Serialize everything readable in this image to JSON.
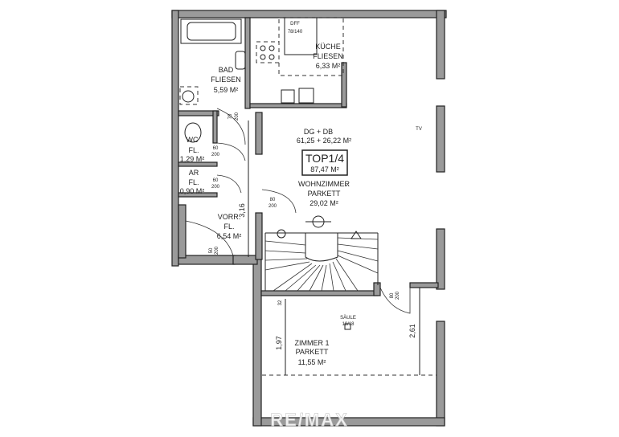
{
  "plan": {
    "unit_label": "TOP1/4",
    "unit_area": "87,47 M²",
    "floor_label": "DG + DB",
    "floor_areas": "61,25 + 26,22 M²",
    "tv_label": "TV",
    "watermark": "RE/MAX"
  },
  "rooms": {
    "kitchen": {
      "name": "KÜCHE",
      "floor": "FLIESEN",
      "area": "6,33 M²",
      "appliance": "DFF",
      "appliance_size": "78/140"
    },
    "bath": {
      "name": "BAD",
      "floor": "FLIESEN",
      "area": "5,59 M²"
    },
    "wc": {
      "name": "WC",
      "floor": "FL.",
      "area": "1,29 M²"
    },
    "storage": {
      "name": "AR",
      "floor": "FL.",
      "area": "0,90 M²"
    },
    "hall": {
      "name": "VORR.",
      "floor": "FL.",
      "area": "6,54 M²"
    },
    "living": {
      "name": "WOHNZIMMER",
      "floor": "PARKETT",
      "area": "29,02 M²"
    },
    "room1": {
      "name": "ZIMMER 1",
      "floor": "PARKETT",
      "area": "11,55 M²"
    }
  },
  "column": {
    "label": "SÄULE",
    "size": "18/18"
  },
  "dimensions": {
    "hall_height": "3,16",
    "room1_height_left": "1,97",
    "room1_height_right": "2,61",
    "offset": "32"
  },
  "doors": {
    "bath_w": "70",
    "bath_h": "200",
    "wc_w": "60",
    "wc_h": "200",
    "ar_w": "60",
    "ar_h": "200",
    "living_w": "80",
    "living_h": "200",
    "hall_w": "50",
    "hall_h": "200",
    "room1_w": "80",
    "room1_h": "200"
  }
}
